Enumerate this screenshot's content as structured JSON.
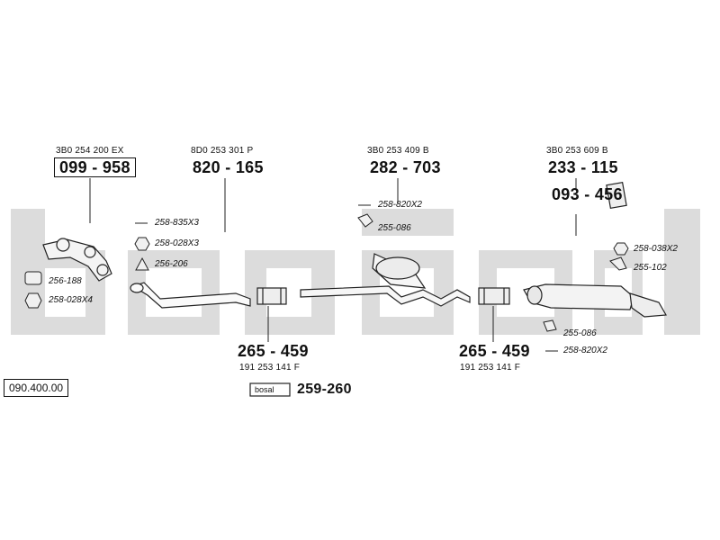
{
  "catalog_number": "090.400.00",
  "watermark": {
    "text": "bosal",
    "color": "#d9d9d9"
  },
  "parts": {
    "manifold": {
      "oem": "3B0 254 200 EX",
      "number": "099 - 958"
    },
    "front_pipe": {
      "oem": "8D0 253 301 P",
      "number": "820 - 165"
    },
    "center_silencer": {
      "oem": "3B0 253 409 B",
      "number": "282 - 703"
    },
    "rear_silencer": {
      "oem": "3B0 253 609 B",
      "number": "233 - 115"
    },
    "rear_bracket": {
      "number": "093 - 456"
    },
    "clamp_1": {
      "number": "265 - 459",
      "oem": "191 253 141 F"
    },
    "clamp_2": {
      "number": "265 - 459",
      "oem": "191 253 141 F"
    },
    "paste": {
      "number": "259-260",
      "brand": "bosal"
    }
  },
  "accessories": {
    "a1": "258-835X3",
    "a2": "258-028X3",
    "a3": "256-206",
    "a4": "256-188",
    "a5": "258-028X4",
    "a6": "258-820X2",
    "a7": "255-086",
    "a8": "258-038X2",
    "a9": "255-102",
    "a10": "255-086",
    "a11": "258-820X2"
  }
}
